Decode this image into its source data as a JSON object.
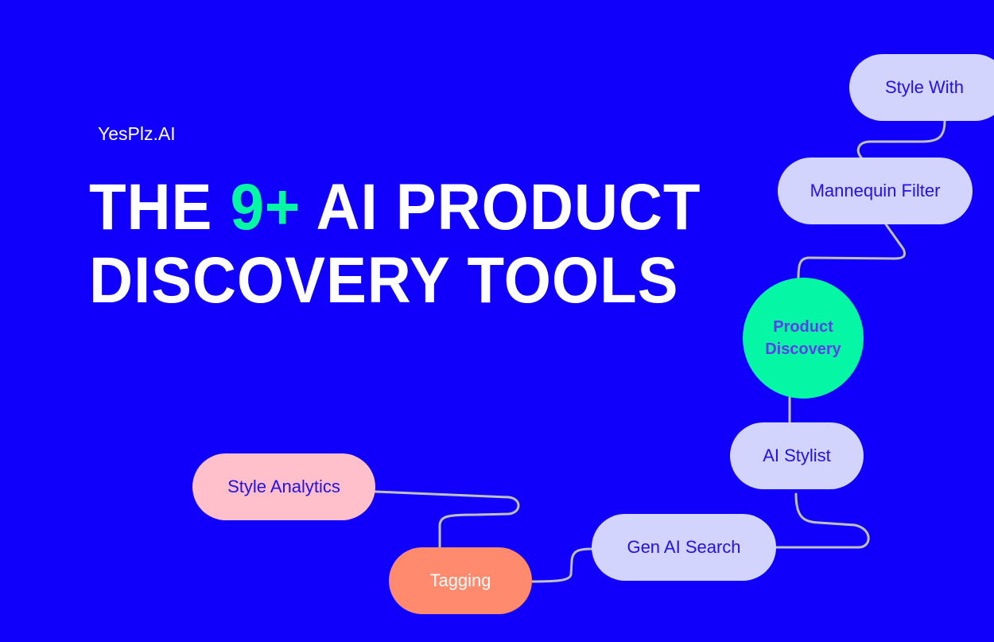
{
  "brand": "YesPlz.AI",
  "headline": {
    "prefix": "THE ",
    "highlight": "9+",
    "suffix": " AI PRODUCT",
    "line2": "DISCOVERY TOOLS"
  },
  "nodes": {
    "style_with": "Style With",
    "mannequin_filter": "Mannequin Filter",
    "product_discovery": "Product Discovery",
    "ai_stylist": "AI Stylist",
    "gen_ai_search": "Gen AI Search",
    "tagging": "Tagging",
    "style_analytics": "Style Analytics"
  },
  "colors": {
    "background": "#1000FB",
    "accent": "#05F7A6",
    "node": "#D2D4FD",
    "tagging": "#FF8A6E",
    "analytics": "#FFC0CB",
    "connector": "#C0C0C0"
  }
}
